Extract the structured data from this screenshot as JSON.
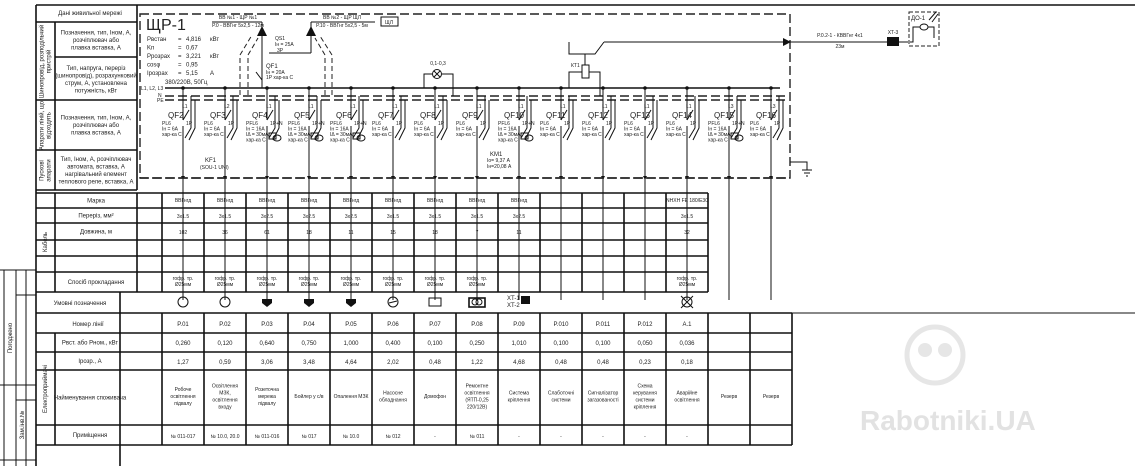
{
  "left_panel": {
    "header": "Дані живильної мережі",
    "group_busbar": "Шинопровід, розподільчий пристрій",
    "busbar_row1": [
      "Позначення, тип, Iном, А,",
      "розчіплювач або",
      "плавка вставка, А"
    ],
    "busbar_row2": [
      "Тип, напруга, переріз",
      "(шинопровід), розрахунковий",
      "струм, А, установлена",
      "потужність, кВт"
    ],
    "group_line_devices": "Апарати ліній, що відходять",
    "line_devices_row": [
      "Позначення, тип, Iном, А,",
      "розчіплювач або",
      "плавка вставка, А"
    ],
    "group_start": "Пускові апарати",
    "start_row": [
      "Тип, Iном, А, розчіплювач",
      "автомата, вставка, А",
      "нагрівальний елемент",
      "теплового реле, вставка, А"
    ],
    "group_cable": "Кабель",
    "cable_rows": [
      "Марка",
      "Переріз, мм²",
      "Довжина, м",
      "",
      "",
      "Спосіб прокладання"
    ],
    "symbols_label": "Умовні позначення",
    "group_consumers": "Електроприймачі",
    "line_number_label": "Номер лінії",
    "consumer_rows": [
      "Pвст. або Pном., кВт",
      "Iрозр., А",
      "Найменування споживача",
      "Приміщення"
    ]
  },
  "panel": {
    "name": "ЩР-1",
    "params": [
      {
        "k": "Pвстан",
        "v": "4,816",
        "u": "кВт"
      },
      {
        "k": "Kп",
        "v": "0,67",
        "u": ""
      },
      {
        "k": "Pрозрах",
        "v": "3,221",
        "u": "кВт"
      },
      {
        "k": "cosφ",
        "v": "0,95",
        "u": ""
      },
      {
        "k": "Iрозрах",
        "v": "5,15",
        "u": "А"
      }
    ],
    "voltage": "380/220В, 50Гц",
    "bus_labels": [
      "L1, L2, L3",
      "N",
      "PE"
    ],
    "feed1": [
      "ВВ №1 - ЩР №1",
      "Р.0 - ВВГнг 5х2,5 - 12м"
    ],
    "feed2": [
      "ВВ №2 - ЩР ЩЛ",
      "Р.10 - ВВГнг 5х2,5 - 5м"
    ],
    "shch_label": "ЩЛ",
    "qs1": [
      "QS1",
      "Iн = 25А",
      "3P"
    ],
    "qf1": [
      "QF1",
      "Iн = 20А",
      "1P хар-ка С"
    ],
    "kf1": [
      "KF1",
      "(SOU-1 UNI)"
    ],
    "km1": [
      "KM1",
      "Iо= 9,37 А",
      "Iн=20,08 А"
    ],
    "lamp": "0,1-0,3",
    "kt1": "КТ1",
    "out_cable": [
      "Р.0.2-1 - КВВГнг 4х1",
      "23м"
    ],
    "xt3": "XT-3",
    "do1": "ДО-1"
  },
  "breakers": [
    {
      "name": "QF2",
      "phase": "L1",
      "spec": [
        "PL6",
        "Iн = 6А",
        "хар-ка C"
      ],
      "poles": "1P",
      "rcd": false
    },
    {
      "name": "QF3",
      "phase": "L2",
      "spec": [
        "PL6",
        "Iн = 6А",
        "хар-ка C"
      ],
      "poles": "1P",
      "rcd": false
    },
    {
      "name": "QF4",
      "phase": "L1",
      "spec": [
        "PFL6",
        "Iн = 16А",
        "IΔ = 30мА",
        "хар-ка С"
      ],
      "poles": "1P+N",
      "rcd": true
    },
    {
      "name": "QF5",
      "phase": "L1",
      "spec": [
        "PFL6",
        "Iн = 16А",
        "IΔ = 30мА",
        "хар-ка С"
      ],
      "poles": "1P+N",
      "rcd": true
    },
    {
      "name": "QF6",
      "phase": "L1",
      "spec": [
        "PFL6",
        "Iн = 16А",
        "IΔ = 30мА",
        "хар-ка С"
      ],
      "poles": "1P+N",
      "rcd": true
    },
    {
      "name": "QF7",
      "phase": "L1",
      "spec": [
        "PL6",
        "Iн = 6А",
        "хар-ка C"
      ],
      "poles": "1P",
      "rcd": false
    },
    {
      "name": "QF8",
      "phase": "L1",
      "spec": [
        "PL6",
        "Iн = 6А",
        "хар-ка C"
      ],
      "poles": "1P",
      "rcd": false
    },
    {
      "name": "QF9",
      "phase": "L1",
      "spec": [
        "PL6",
        "Iн = 6А",
        "хар-ка C"
      ],
      "poles": "1P",
      "rcd": false
    },
    {
      "name": "QF10",
      "phase": "L1",
      "spec": [
        "PFL6",
        "Iн = 16А",
        "IΔ = 30мА",
        "хар-ка С"
      ],
      "poles": "1P+N",
      "rcd": true
    },
    {
      "name": "QF11",
      "phase": "L1",
      "spec": [
        "PL6",
        "Iн = 6А",
        "хар-ка C"
      ],
      "poles": "1P",
      "rcd": false
    },
    {
      "name": "QF12",
      "phase": "L1",
      "spec": [
        "PL6",
        "Iн = 6А",
        "хар-ка C"
      ],
      "poles": "1P",
      "rcd": false
    },
    {
      "name": "QF13",
      "phase": "L1",
      "spec": [
        "PL6",
        "Iн = 6А",
        "хар-ка C"
      ],
      "poles": "1P",
      "rcd": false
    },
    {
      "name": "QF14",
      "phase": "L1",
      "spec": [
        "PL6",
        "Iн = 6А",
        "хар-ка C"
      ],
      "poles": "1P",
      "rcd": false
    },
    {
      "name": "QF15",
      "phase": "L3",
      "spec": [
        "PFL6",
        "Iн = 16А",
        "IΔ = 30мА",
        "хар-ка С"
      ],
      "poles": "1P+N",
      "rcd": true
    },
    {
      "name": "QF16",
      "phase": "L3",
      "spec": [
        "PL6",
        "Iн = 6А",
        "хар-ка C"
      ],
      "poles": "1P",
      "rcd": false
    }
  ],
  "cables": [
    {
      "mark": "ВВГнгд",
      "section": "3x1.5",
      "length": "102",
      "method": [
        "гофр. тр.",
        "Ø25мм"
      ]
    },
    {
      "mark": "ВВГнгд",
      "section": "3x1.5",
      "length": "36",
      "method": [
        "гофр. тр.",
        "Ø25мм"
      ]
    },
    {
      "mark": "ВВГнгд",
      "section": "3x2.5",
      "length": "61",
      "method": [
        "гофр. тр.",
        "Ø25мм"
      ]
    },
    {
      "mark": "ВВГнгд",
      "section": "3x2.5",
      "length": "18",
      "method": [
        "гофр. тр.",
        "Ø25мм"
      ]
    },
    {
      "mark": "ВВГнгд",
      "section": "3x2.5",
      "length": "11",
      "method": [
        "гофр. тр.",
        "Ø25мм"
      ]
    },
    {
      "mark": "ВВГнгд",
      "section": "3x1.5",
      "length": "15",
      "method": [
        "гофр. тр.",
        "Ø25мм"
      ]
    },
    {
      "mark": "ВВГнгд",
      "section": "3x1.5",
      "length": "18",
      "method": [
        "гофр. тр.",
        "Ø25мм"
      ]
    },
    {
      "mark": "ВВГнгд",
      "section": "3x1.5",
      "length": "7",
      "method": [
        "гофр. тр.",
        "Ø25мм"
      ]
    },
    {
      "mark": "ВВГнгд",
      "section": "3x2.5",
      "length": "11",
      "method": [
        "",
        ""
      ]
    },
    {
      "mark": "",
      "section": "",
      "length": "",
      "method": [
        "",
        ""
      ]
    },
    {
      "mark": "",
      "section": "",
      "length": "",
      "method": [
        "",
        ""
      ]
    },
    {
      "mark": "",
      "section": "",
      "length": "",
      "method": [
        "",
        ""
      ]
    },
    {
      "mark": "NHXH FE 180/E30",
      "section": "3x1.5",
      "length": "32",
      "method": [
        "гофр. тр.",
        "Ø25мм"
      ]
    }
  ],
  "symbols": [
    "lamp",
    "lamp",
    "socket",
    "socket",
    "socket",
    "motor",
    "box",
    "heater",
    "terminal",
    "",
    "",
    "",
    "emergency-lamp",
    "",
    ""
  ],
  "terminal_labels": [
    "XT-1",
    "XT-2"
  ],
  "lines": [
    {
      "num": "P.01",
      "p": "0,260",
      "i": "1,27",
      "name": [
        "Робоче",
        "освітлення",
        "підвалу"
      ],
      "room": "№ 011-017"
    },
    {
      "num": "P.02",
      "p": "0,120",
      "i": "0,59",
      "name": [
        "Освітлення",
        "МЗК,",
        "освітлення",
        "входу"
      ],
      "room": "№ 10.0, 20.0"
    },
    {
      "num": "P.03",
      "p": "0,640",
      "i": "3,06",
      "name": [
        "Розеточна",
        "мережа",
        "підвалу"
      ],
      "room": "№ 011-016"
    },
    {
      "num": "P.04",
      "p": "0,750",
      "i": "3,48",
      "name": [
        "Бойлер у с/в"
      ],
      "room": "№ 017"
    },
    {
      "num": "P.05",
      "p": "1,000",
      "i": "4,64",
      "name": [
        "Опалення МЗК"
      ],
      "room": "№ 10.0"
    },
    {
      "num": "P.06",
      "p": "0,400",
      "i": "2,02",
      "name": [
        "Насосне",
        "обладнання"
      ],
      "room": "№ 012"
    },
    {
      "num": "P.07",
      "p": "0,100",
      "i": "0,48",
      "name": [
        "Домофон"
      ],
      "room": "-"
    },
    {
      "num": "P.08",
      "p": "0,250",
      "i": "1,22",
      "name": [
        "Ремонтне",
        "освітлення",
        "(ЯТП-0,25",
        "220/12В)"
      ],
      "room": "№ 011"
    },
    {
      "num": "P.09",
      "p": "1,010",
      "i": "4,68",
      "name": [
        "Система",
        "кріплення"
      ],
      "room": "-"
    },
    {
      "num": "P.010",
      "p": "0,100",
      "i": "0,48",
      "name": [
        "Слаботочні",
        "системи"
      ],
      "room": "-"
    },
    {
      "num": "P.011",
      "p": "0,100",
      "i": "0,48",
      "name": [
        "Сигналізатор",
        "загазованості"
      ],
      "room": "-"
    },
    {
      "num": "P.012",
      "p": "0,050",
      "i": "0,23",
      "name": [
        "Схема",
        "керування",
        "системи",
        "кріплення"
      ],
      "room": "-"
    },
    {
      "num": "A.1",
      "p": "0,036",
      "i": "0,18",
      "name": [
        "Аварійне",
        "освітлення"
      ],
      "room": "-"
    },
    {
      "num": "",
      "p": "",
      "i": "",
      "name": [
        "Резерв"
      ],
      "room": ""
    },
    {
      "num": "",
      "p": "",
      "i": "",
      "name": [
        "Резерв"
      ],
      "room": ""
    }
  ],
  "stamp": {
    "agreed": "Погоджено",
    "inv": "Зам.інв.№"
  },
  "watermark": "Rabotniki.UA"
}
